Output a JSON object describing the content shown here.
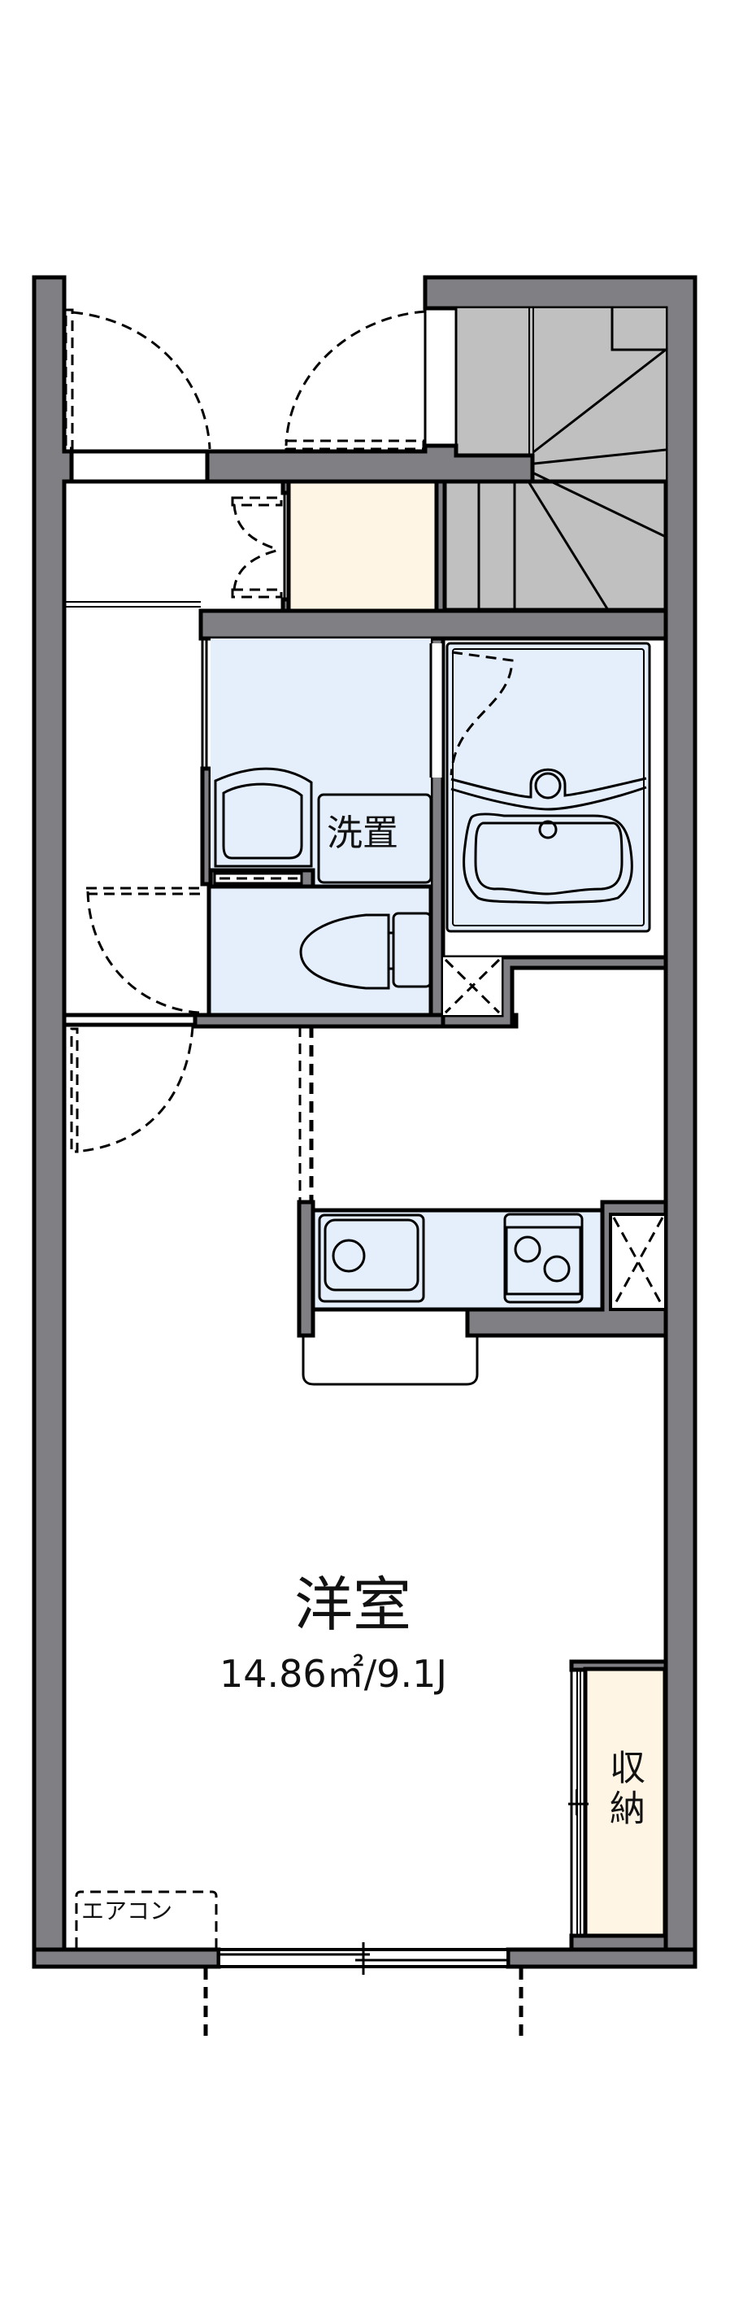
{
  "colors": {
    "wall": "#808084",
    "wet_area": "#E5EFFC",
    "storage": "#FFF5E4",
    "stairs": "#C0C0C0",
    "line": "#000000"
  },
  "rooms": {
    "western_room": {
      "name": "洋室",
      "area": "14.86㎡/9.1J"
    },
    "washroom": {
      "label": "洗置"
    },
    "storage_closet": {
      "label": "収納"
    },
    "air_conditioner": {
      "label": "エアコン"
    }
  },
  "fixtures": [
    {
      "type": "stairs",
      "label": ""
    },
    {
      "type": "unit-bath",
      "label": ""
    },
    {
      "type": "toilet",
      "label": ""
    },
    {
      "type": "washbasin",
      "label": ""
    },
    {
      "type": "kitchen-sink",
      "label": ""
    },
    {
      "type": "two-burner-stove",
      "label": ""
    },
    {
      "type": "pipe-shaft",
      "label": ""
    },
    {
      "type": "entrance-storage",
      "label": ""
    }
  ]
}
